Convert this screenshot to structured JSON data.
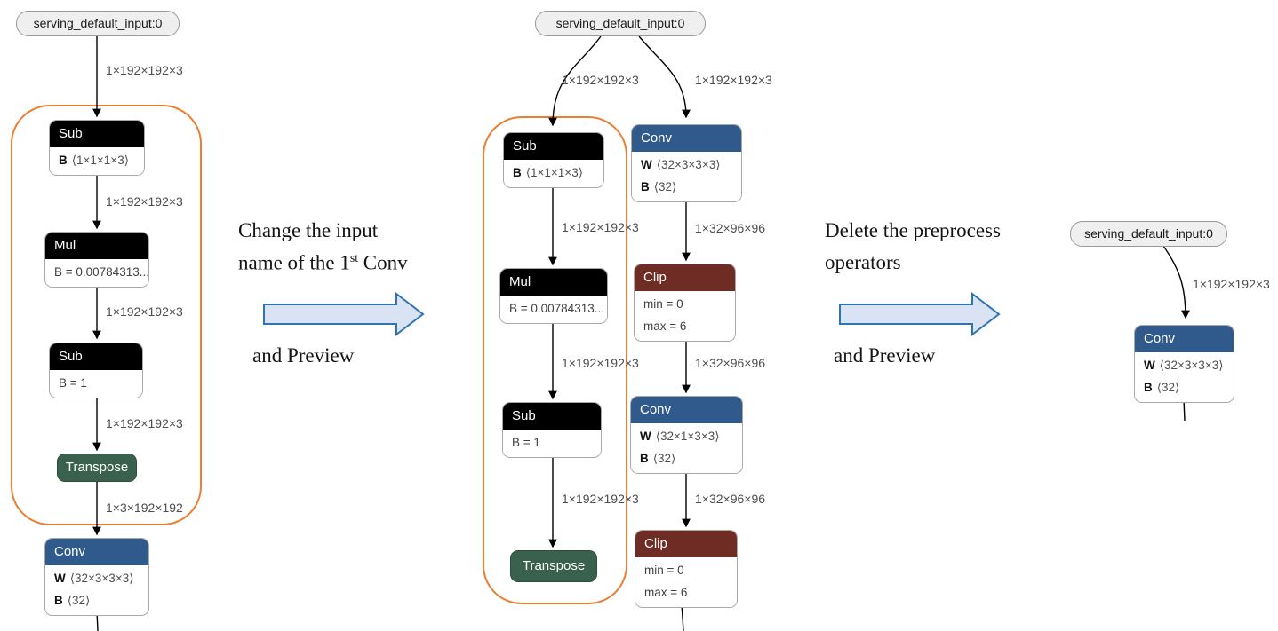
{
  "colors": {
    "node_header_black": "#000000",
    "node_header_blue": "#315a8c",
    "node_header_maroon": "#6e2c24",
    "transpose_green": "#3a614e",
    "highlight_orange": "#ed7d31",
    "block_arrow_fill": "#dae3f3",
    "block_arrow_stroke": "#2e74b5",
    "edge_label_gray": "#4d4d4d"
  },
  "captions": {
    "step1": {
      "line1": "Change the input",
      "line2_pre": "name of the 1",
      "line2_sup": "st",
      "line2_post": " Conv",
      "line3": "and Preview"
    },
    "step2": {
      "line1": "Delete the preprocess",
      "line2": "operators",
      "line3": "and Preview"
    }
  },
  "graph1": {
    "input": "serving_default_input:0",
    "edge_labels": [
      "1×192×192×3",
      "1×192×192×3",
      "1×192×192×3",
      "1×192×192×3",
      "1×3×192×192"
    ],
    "nodes": {
      "sub1": {
        "title": "Sub",
        "param_name": "B",
        "param_value": "⟨1×1×1×3⟩"
      },
      "mul": {
        "title": "Mul",
        "attr": "B = 0.00784313..."
      },
      "sub2": {
        "title": "Sub",
        "attr": "B = 1"
      },
      "transpose": {
        "title": "Transpose"
      },
      "conv": {
        "title": "Conv",
        "row1_name": "W",
        "row1_value": "⟨32×3×3×3⟩",
        "row2_name": "B",
        "row2_value": "⟨32⟩"
      }
    }
  },
  "graph2": {
    "input": "serving_default_input:0",
    "left_edge_labels": [
      "1×192×192×3",
      "1×192×192×3",
      "1×192×192×3",
      "1×192×192×3"
    ],
    "right_edge_labels": [
      "1×192×192×3",
      "1×32×96×96",
      "1×32×96×96",
      "1×32×96×96"
    ],
    "left_nodes": {
      "sub1": {
        "title": "Sub",
        "param_name": "B",
        "param_value": "⟨1×1×1×3⟩"
      },
      "mul": {
        "title": "Mul",
        "attr": "B = 0.00784313..."
      },
      "sub2": {
        "title": "Sub",
        "attr": "B = 1"
      },
      "transpose": {
        "title": "Transpose"
      }
    },
    "right_nodes": {
      "conv1": {
        "title": "Conv",
        "row1_name": "W",
        "row1_value": "⟨32×3×3×3⟩",
        "row2_name": "B",
        "row2_value": "⟨32⟩"
      },
      "clip1": {
        "title": "Clip",
        "attr1": "min = 0",
        "attr2": "max = 6"
      },
      "conv2": {
        "title": "Conv",
        "row1_name": "W",
        "row1_value": "⟨32×1×3×3⟩",
        "row2_name": "B",
        "row2_value": "⟨32⟩"
      },
      "clip2": {
        "title": "Clip",
        "attr1": "min = 0",
        "attr2": "max = 6"
      }
    }
  },
  "graph3": {
    "input": "serving_default_input:0",
    "edge_labels": [
      "1×192×192×3"
    ],
    "nodes": {
      "conv": {
        "title": "Conv",
        "row1_name": "W",
        "row1_value": "⟨32×3×3×3⟩",
        "row2_name": "B",
        "row2_value": "⟨32⟩"
      }
    }
  }
}
